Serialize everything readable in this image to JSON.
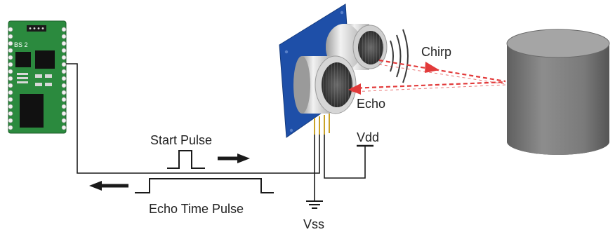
{
  "board": {
    "label": "BS 2"
  },
  "labels": {
    "chirp": "Chirp",
    "echo": "Echo",
    "start_pulse": "Start Pulse",
    "echo_time_pulse": "Echo Time Pulse",
    "vdd": "Vdd",
    "vss": "Vss"
  },
  "colors": {
    "board_green": "#2b8a3e",
    "sensor_blue": "#1e4fa8",
    "beam_red": "#e23a3a",
    "cylinder_gray": "#7a7a7a",
    "wire": "#1a1a1a"
  }
}
